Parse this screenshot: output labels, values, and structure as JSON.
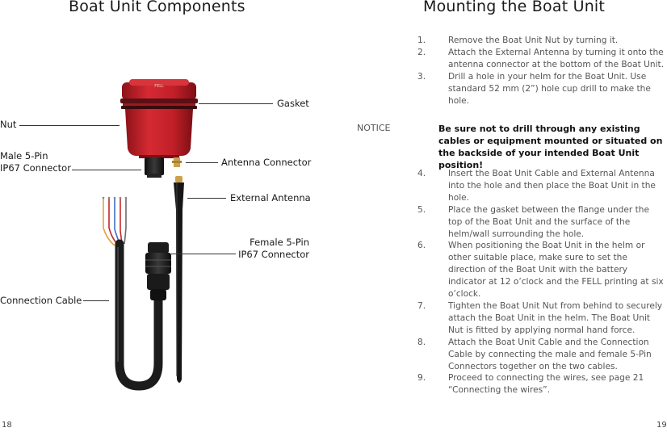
{
  "left": {
    "title": "Boat Unit Components",
    "labels": {
      "gasket": "Gasket",
      "nut": "Nut",
      "male_connector_line1": "Male 5-Pin",
      "male_connector_line2": "IP67 Connector",
      "antenna_connector": "Antenna Connector",
      "external_antenna": "External Antenna",
      "female_connector_line1": "Female 5-Pin",
      "female_connector_line2": "IP67 Connector",
      "connection_cable": "Connection Cable"
    },
    "page_number": "18",
    "colors": {
      "unit_red": "#c8202a",
      "cable_black": "#1c1c1c",
      "antenna_connector_gold": "#c9a24a"
    }
  },
  "right": {
    "title": "Mounting the Boat Unit",
    "steps_a": [
      {
        "num": "1.",
        "text": "Remove the Boat Unit Nut by turning it."
      },
      {
        "num": "2.",
        "text": "Attach the External Antenna by turning it onto the antenna connector at the bottom of the Boat Unit."
      },
      {
        "num": "3.",
        "text": "Drill a hole in your helm for the Boat Unit. Use standard 52 mm (2”) hole cup drill to make the hole."
      }
    ],
    "notice_label": "NOTICE",
    "notice_text": "Be sure not to drill through any existing cables or equipment mounted or situated on the backside of your intended Boat Unit position!",
    "steps_b": [
      {
        "num": "4.",
        "text": "Insert the Boat Unit Cable and External Antenna into the hole and then place the Boat Unit in the hole."
      },
      {
        "num": "5.",
        "text": "Place the gasket between the flange under the top of the Boat Unit and the surface of the helm/wall surrounding the hole."
      },
      {
        "num": "6.",
        "text": "When positioning the Boat Unit in the helm or other suitable place, make sure to set the direction of the Boat Unit with the battery indicator at 12 o’clock and the FELL printing at six o’clock."
      },
      {
        "num": "7.",
        "text": "Tighten the Boat Unit Nut from behind to securely attach the Boat Unit in the helm. The Boat Unit Nut is fitted by applying normal hand force."
      },
      {
        "num": "8.",
        "text": "Attach the Boat Unit Cable and the Connection Cable by connecting the male and female 5-Pin Connectors together on the two cables."
      },
      {
        "num": "9.",
        "text": "Proceed to connecting the wires, see page 21 “Connecting the wires”."
      }
    ],
    "page_number": "19"
  }
}
